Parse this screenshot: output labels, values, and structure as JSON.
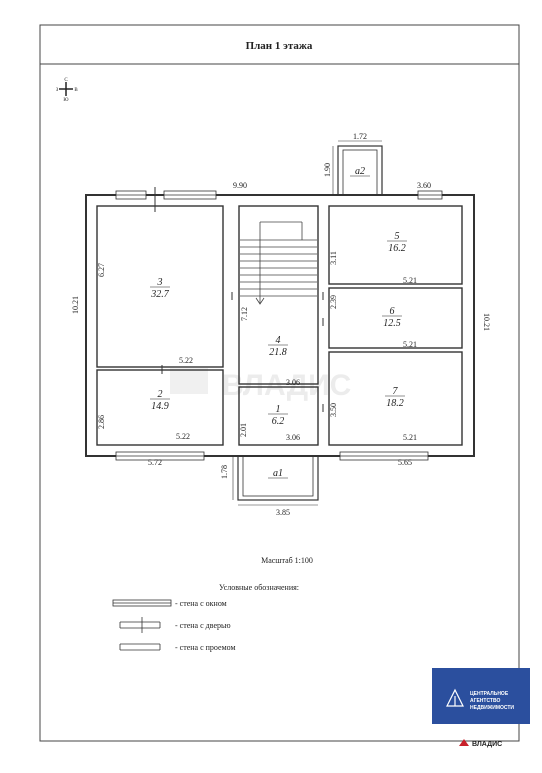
{
  "title": "План 1 этажа",
  "compass": {
    "north": "С",
    "south": "Ю",
    "west": "З",
    "east": "В"
  },
  "scale_label": "Масштаб 1:100",
  "legend": {
    "heading": "Условные обозначения:",
    "items": [
      {
        "label": "- стена с окном"
      },
      {
        "label": "- стена с дверью"
      },
      {
        "label": "- стена с проемом"
      }
    ]
  },
  "rooms": [
    {
      "num": "1",
      "area": "6.2"
    },
    {
      "num": "2",
      "area": "14.9"
    },
    {
      "num": "3",
      "area": "32.7"
    },
    {
      "num": "4",
      "area": "21.8"
    },
    {
      "num": "5",
      "area": "16.2"
    },
    {
      "num": "6",
      "area": "12.5"
    },
    {
      "num": "7",
      "area": "18.2"
    },
    {
      "num": "а1",
      "area": ""
    },
    {
      "num": "а2",
      "area": ""
    }
  ],
  "dimensions": {
    "top_total": "9.90",
    "top_right": "3.60",
    "porch2_width": "1.72",
    "porch2_depth": "1.90",
    "left_total": "10.21",
    "right_total": "10.21",
    "room3_height": "6.27",
    "room3_width": "5.22",
    "room2_height": "2.86",
    "room2_width": "5.22",
    "bottom_left": "5.72",
    "bottom_right": "5.65",
    "hall_height": "7.12",
    "hall_width": "3.06",
    "room1_height": "2.01",
    "room1_width": "3.06",
    "room5_height": "3.11",
    "room5_width": "5.21",
    "room6_height": "2.39",
    "room6_width": "5.21",
    "room7_height": "3.50",
    "room7_width": "5.21",
    "porch1_depth": "1.78",
    "porch1_width": "3.85"
  },
  "watermark": "ВЛАДИС",
  "badge": {
    "line1": "ЦЕНТРАЛЬНОЕ",
    "line2": "АГЕНТСТВО",
    "line3": "НЕДВИЖИМОСТИ"
  },
  "brand": "ВЛАДИС",
  "colors": {
    "badge_bg": "#2b4f9e",
    "brand_red": "#c8202a",
    "line": "#333333"
  }
}
